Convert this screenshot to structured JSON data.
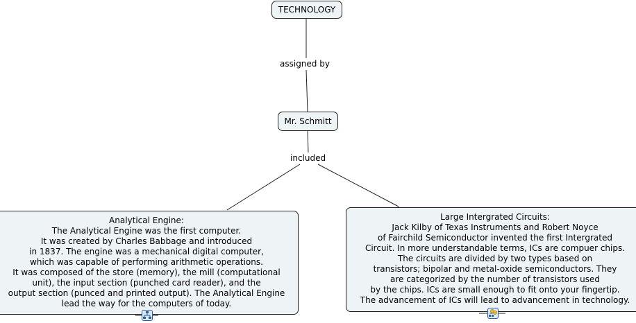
{
  "concepts": {
    "technology": "TECHNOLOGY",
    "schmitt": "Mr. Schmitt",
    "analytical": {
      "title": "Analytical Engine:",
      "body": "The Analytical Engine was the first computer.\nIt was created by Charles Babbage and introduced\nin 1837.   The engine was a mechanical digital computer,\nwhich was capable of performing arithmetic operations.\nIt was composed of the store (memory), the mill (computational\nunit), the input section (punched card reader), and the\noutput section (punced and printed output).  The Analytical Engine\nlead the way for the computers of today."
    },
    "ics": {
      "title": "Large Intergrated Circuits:",
      "body": "Jack Kilby of Texas Instruments and Robert Noyce\nof Fairchild Semiconductor invented the first Intergrated\nCircuit.  In more understandable terms, ICs are compuer chips.\nThe circuits are divided by two types based on\ntransistors; bipolar and metal-oxide semiconductors.  They\nare categorized by the number of transistors used\nby the chips.  ICs are small enough to fit onto your fingertip.\nThe advancement of ICs will lead to advancement in technology."
    }
  },
  "linking_phrases": {
    "assigned_by": "assigned by",
    "included": "included"
  },
  "icons": {
    "analytical_resource": "concept-map-resource-icon",
    "ics_resource": "concept-map-and-people-resource-icon"
  }
}
